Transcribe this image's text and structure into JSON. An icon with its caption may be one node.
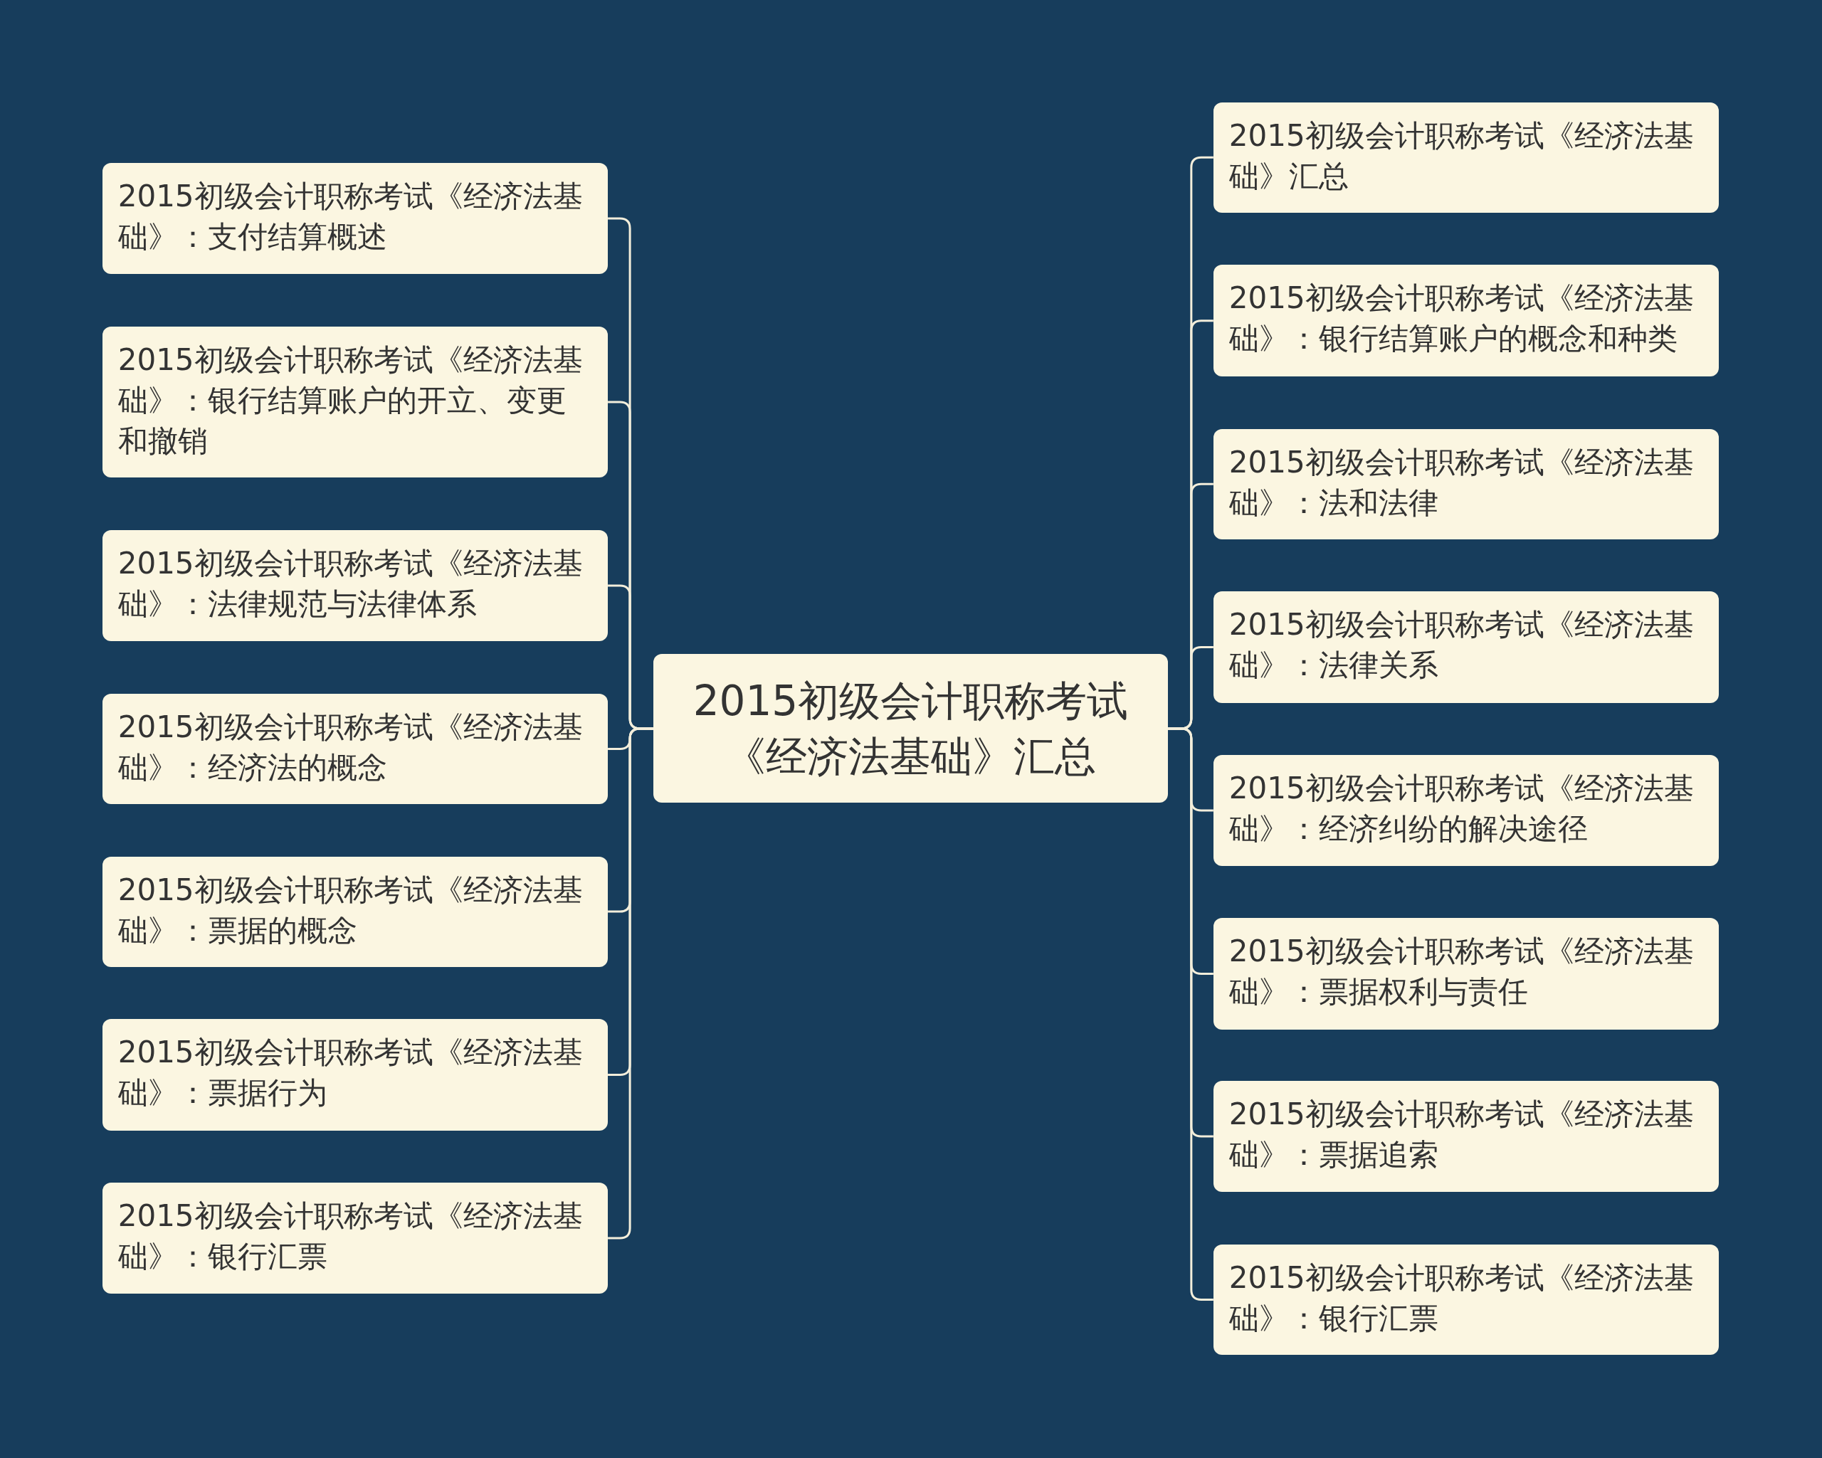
{
  "diagram": {
    "nodes": [
      {
        "text": [
          "2015初级会计职称考试《经济法基础》汇总"
        ]
      },
      {
        "text": [
          "2015初级会计职称考试《经济法基础》：支付结算概述"
        ]
      },
      {
        "text": [
          "2015初级会计职称考试《经济法基础》：银行结算账户的开立、变更和撤销"
        ]
      },
      {
        "text": [
          "2015初级会计职称考试《经济法基础》：法律规范与法律体系"
        ]
      },
      {
        "text": [
          "2015初级会计职称考试《经济法基础》：经济法的概念"
        ]
      },
      {
        "text": [
          "2015初级会计职称考试《经济法基础》：票据的概念"
        ]
      },
      {
        "text": [
          "2015初级会计职称考试《经济法基础》：票据行为"
        ]
      },
      {
        "text": [
          "2015初级会计职称考试《经济法基础》：银行汇票"
        ]
      },
      {
        "text": [
          "2015初级会计职称考试《经济法基础》汇总"
        ]
      },
      {
        "text": [
          "2015初级会计职称考试《经济法基础》：银行结算账户的概念和种类"
        ]
      },
      {
        "text": [
          "2015初级会计职称考试《经济法基础》：法和法律"
        ]
      },
      {
        "text": [
          "2015初级会计职称考试《经济法基础》：法律关系"
        ]
      },
      {
        "text": [
          "2015初级会计职称考试《经济法基础》：经济纠纷的解决途径"
        ]
      },
      {
        "text": [
          "2015初级会计职称考试《经济法基础》：票据权利与责任"
        ]
      },
      {
        "text": [
          "2015初级会计职称考试《经济法基础》：票据追索"
        ]
      },
      {
        "text": [
          "2015初级会计职称考试《经济法基础》：银行汇票"
        ]
      }
    ],
    "edges": [
      {
        "from": 0,
        "to": 1,
        "arrow": "none"
      },
      {
        "from": 0,
        "to": 2,
        "arrow": "none"
      },
      {
        "from": 0,
        "to": 3,
        "arrow": "none"
      },
      {
        "from": 0,
        "to": 4,
        "arrow": "none"
      },
      {
        "from": 0,
        "to": 5,
        "arrow": "none"
      },
      {
        "from": 0,
        "to": 6,
        "arrow": "none"
      },
      {
        "from": 0,
        "to": 7,
        "arrow": "none"
      },
      {
        "from": 0,
        "to": 8,
        "arrow": "none"
      },
      {
        "from": 0,
        "to": 9,
        "arrow": "none"
      },
      {
        "from": 0,
        "to": 10,
        "arrow": "none"
      },
      {
        "from": 0,
        "to": 11,
        "arrow": "none"
      },
      {
        "from": 0,
        "to": 12,
        "arrow": "none"
      },
      {
        "from": 0,
        "to": 13,
        "arrow": "none"
      },
      {
        "from": 0,
        "to": 14,
        "arrow": "none"
      },
      {
        "from": 0,
        "to": 15,
        "arrow": "none"
      }
    ]
  }
}
